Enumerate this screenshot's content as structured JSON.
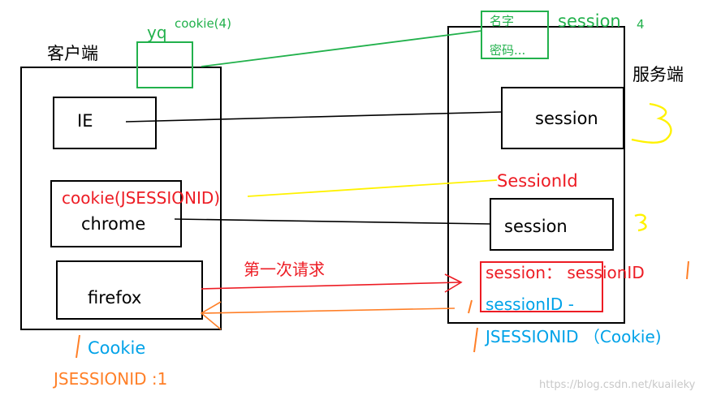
{
  "labels": {
    "client_title": "客户端",
    "server_title": "服务端",
    "browser_ie": "IE",
    "browser_chrome": "chrome",
    "browser_firefox": "firefox",
    "cookie_jsessionid": "cookie(JSESSIONID)",
    "session_ie": "session",
    "session_chrome": "session",
    "sessionid_label": "SessionId",
    "yq": "yq",
    "cookie4": "cookie(4)",
    "session4": "session",
    "session4_num": "4",
    "name_field": "名字",
    "password_field": "密码...",
    "first_request": "第一次请求",
    "session_map_1": "session： sessionID",
    "session_map_2": "sessionID -",
    "jsessionid_cookie": "JSESSIONID （Cookie)",
    "cookie_bottom": "Cookie",
    "jsessionid_1": "JSESSIONID :1",
    "watermark": "https://blog.csdn.net/kuaileky"
  },
  "colors": {
    "black": "#000000",
    "green": "#22b14c",
    "red": "#ed1c24",
    "yellow": "#fff200",
    "orange": "#ff7f27",
    "blue": "#00a2e8",
    "watermark": "#c8c8c8"
  }
}
